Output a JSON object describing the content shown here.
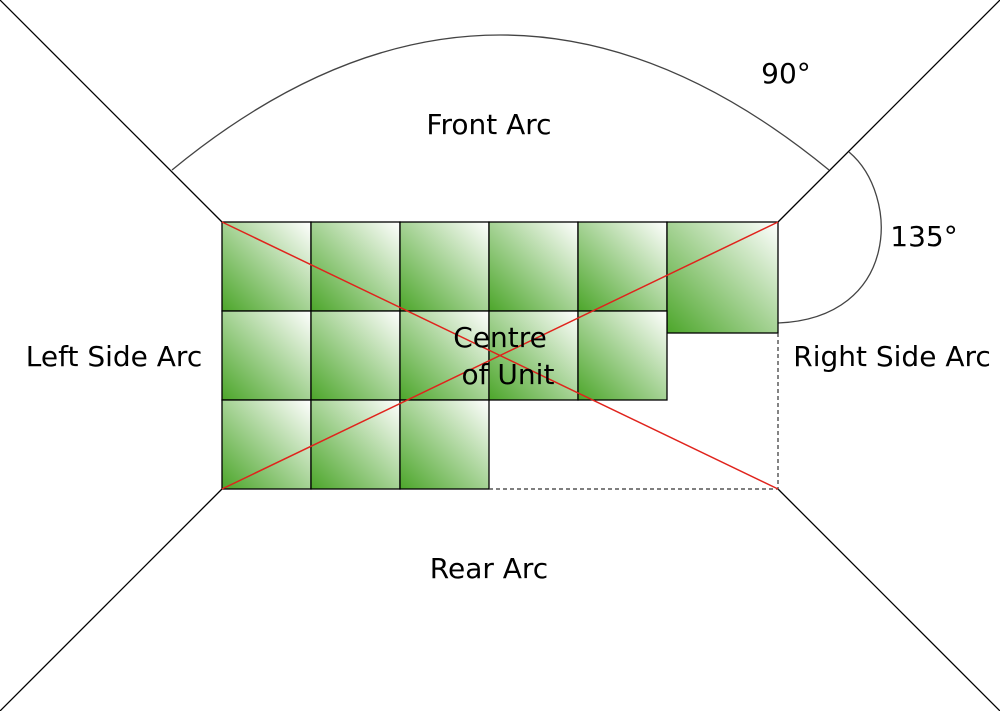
{
  "labels": {
    "front_arc": "Front Arc",
    "rear_arc": "Rear Arc",
    "left_side_arc": "Left Side Arc",
    "right_side_arc": "Right Side Arc",
    "centre_line1": "Centre",
    "centre_line2": "of Unit",
    "angle_front": "90°",
    "angle_corner": "135°"
  },
  "colors": {
    "tile_dark": "#4ca62a",
    "tile_light": "#ffffff",
    "diagonal": "#e0231c",
    "line": "#000000"
  }
}
